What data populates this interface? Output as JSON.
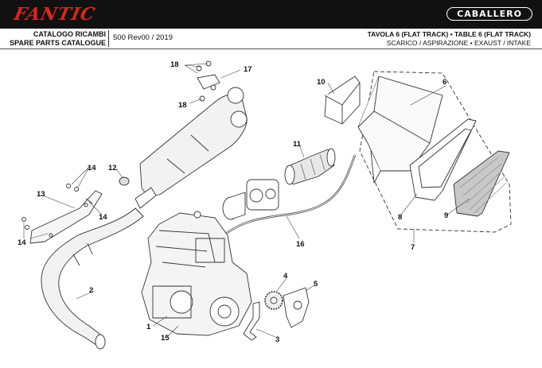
{
  "brand": {
    "logo": "FANTIC",
    "model_badge": "CABALLERO"
  },
  "header": {
    "catalog_it": "CATALOGO RICAMBI",
    "catalog_en": "SPARE PARTS CATALOGUE",
    "model_rev": "500 Rev00 / 2019",
    "table_title": "TAVOLA 6 (FLAT TRACK) • TABLE 6 (FLAT TRACK)",
    "table_subtitle": "SCARICO / ASPIRAZIONE • EXAUST / INTAKE"
  },
  "callouts": {
    "c1": "1",
    "c2": "2",
    "c3": "3",
    "c4": "4",
    "c5": "5",
    "c6": "6",
    "c7": "7",
    "c8": "8",
    "c9": "9",
    "c10": "10",
    "c11": "11",
    "c12": "12",
    "c13": "13",
    "c14a": "14",
    "c14b": "14",
    "c14c": "14",
    "c15": "15",
    "c16": "16",
    "c17": "17",
    "c18a": "18",
    "c18b": "18"
  },
  "colors": {
    "topbar": "#111111",
    "logo_red": "#d9261c",
    "line": "#333333"
  }
}
